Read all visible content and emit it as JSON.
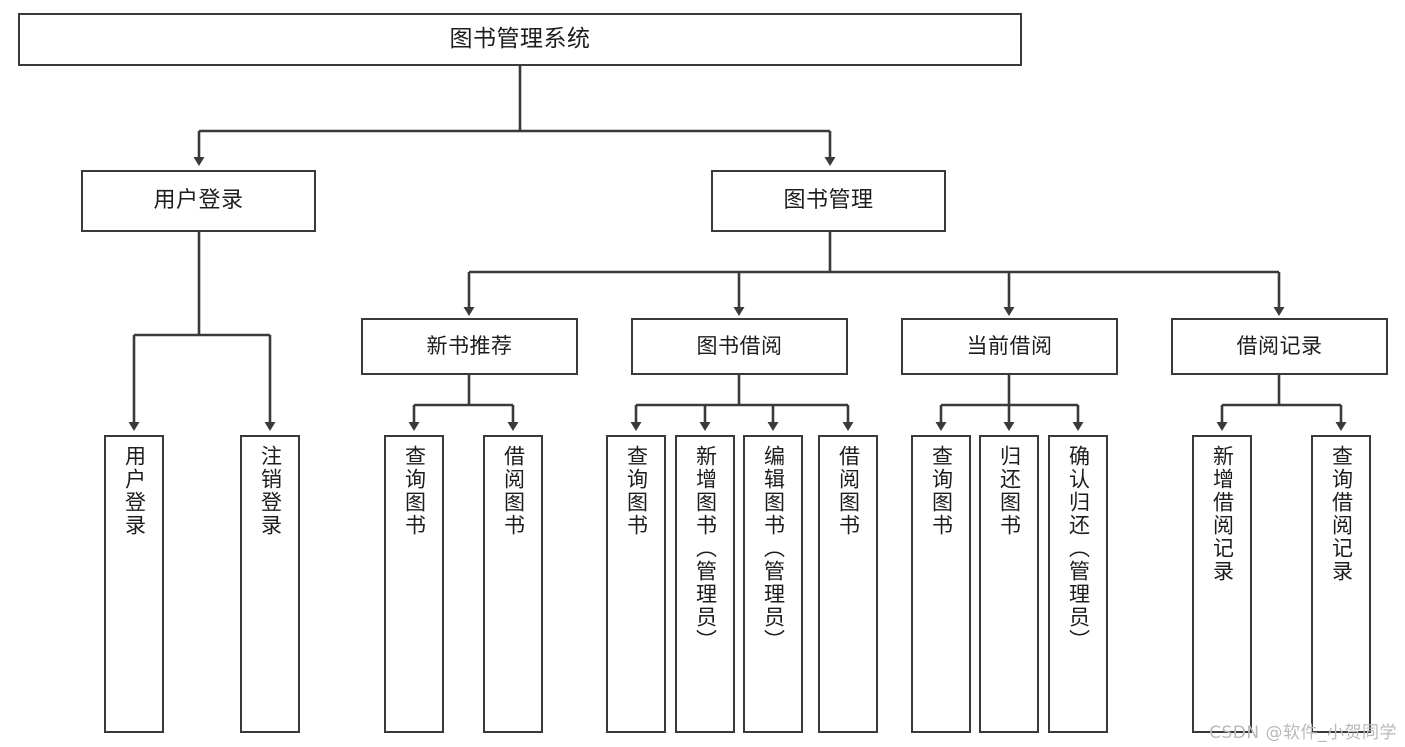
{
  "diagram": {
    "title": "图书管理系统",
    "type": "tree",
    "watermark": "CSDN @软件_小贺同学",
    "colors": {
      "box_stroke": "#3a3a3a",
      "box_fill": "#ffffff",
      "connector": "#3a3a3a",
      "text": "#1d1d1d",
      "watermark": "#b9b9b9"
    },
    "root": {
      "label": "图书管理系统"
    },
    "level2": [
      {
        "label": "用户登录"
      },
      {
        "label": "图书管理"
      }
    ],
    "level3": [
      {
        "label": "新书推荐"
      },
      {
        "label": "图书借阅"
      },
      {
        "label": "当前借阅"
      },
      {
        "label": "借阅记录"
      }
    ],
    "leaves": {
      "user_login": [
        {
          "label": "用户登录"
        },
        {
          "label": "注销登录"
        }
      ],
      "new_book": [
        {
          "label": "查询图书"
        },
        {
          "label": "借阅图书"
        }
      ],
      "book_borrow": [
        {
          "label": "查询图书"
        },
        {
          "label": "新增图书（管理员）"
        },
        {
          "label": "编辑图书（管理员）"
        },
        {
          "label": "借阅图书"
        }
      ],
      "current_borrow": [
        {
          "label": "查询图书"
        },
        {
          "label": "归还图书"
        },
        {
          "label": "确认归还（管理员）"
        }
      ],
      "borrow_record": [
        {
          "label": "新增借阅记录"
        },
        {
          "label": "查询借阅记录"
        }
      ]
    }
  }
}
